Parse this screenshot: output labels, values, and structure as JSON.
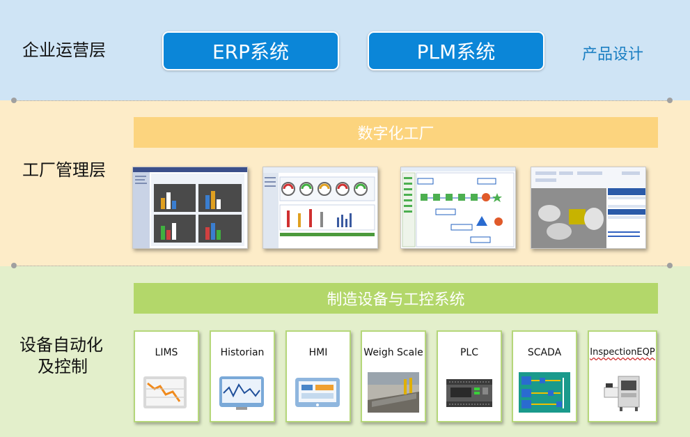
{
  "layers": {
    "enterprise": {
      "label": "企业运营层",
      "systems": [
        "ERP系统",
        "PLM系统"
      ],
      "extra": "产品设计"
    },
    "factory": {
      "label": "工厂管理层",
      "banner": "数字化工厂",
      "screenshots": [
        {
          "icon": "dashboard-charts-screenshot"
        },
        {
          "icon": "gauges-dashboard-screenshot"
        },
        {
          "icon": "process-flow-screenshot"
        },
        {
          "icon": "3d-equipment-model-screenshot"
        }
      ]
    },
    "equipment": {
      "label_line1": "设备自动化",
      "label_line2": "及控制",
      "banner": "制造设备与工控系统",
      "modules": [
        "LIMS",
        "Historian",
        "HMI",
        "Weigh Scale",
        "PLC",
        "SCADA",
        "InspectionEQP"
      ]
    }
  },
  "colors": {
    "top_band": "#cfe4f5",
    "mid_band": "#fdecc8",
    "bottom_band": "#e3efcb",
    "button_blue": "#0b86d8",
    "factory_banner": "#fcd47e",
    "equipment_banner": "#b3d76a"
  }
}
